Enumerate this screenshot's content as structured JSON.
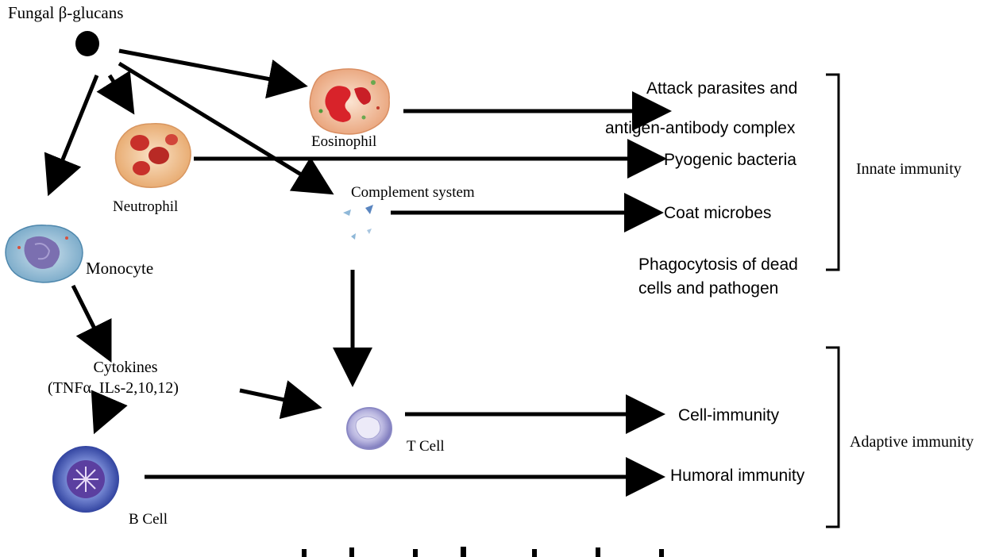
{
  "source": {
    "label": "Fungal β-glucans"
  },
  "cells": {
    "eosinophil": "Eosinophil",
    "neutrophil": "Neutrophil",
    "complement": "Complement system",
    "monocyte": "Monocyte",
    "cytokines_line1": "Cytokines",
    "cytokines_line2": "(TNFα, ILs-2,10,12)",
    "t_cell": "T Cell",
    "b_cell": "B Cell"
  },
  "effects": {
    "attack_line1": "Attack parasites and",
    "attack_line2": "antigen-antibody complex",
    "pyogenic": "Pyogenic bacteria",
    "coat": "Coat microbes",
    "phago_line1": "Phagocytosis of dead",
    "phago_line2": "cells and pathogen",
    "cell_immunity": "Cell-immunity",
    "humoral": "Humoral immunity"
  },
  "groups": {
    "innate": "Innate immunity",
    "adaptive": "Adaptive immunity"
  },
  "colors": {
    "ink": "#000000",
    "eosinophil_fill": "#f3c9a8",
    "eosinophil_nucleus": "#d8232a",
    "neutrophil_fill": "#f2c79a",
    "neutrophil_nucleus": "#c8302a",
    "monocyte_fill": "#9cc4dc",
    "monocyte_nucleus": "#7b6fb0",
    "t_cell_fill": "#7d7bc0",
    "b_cell_fill": "#3b4aa8"
  }
}
